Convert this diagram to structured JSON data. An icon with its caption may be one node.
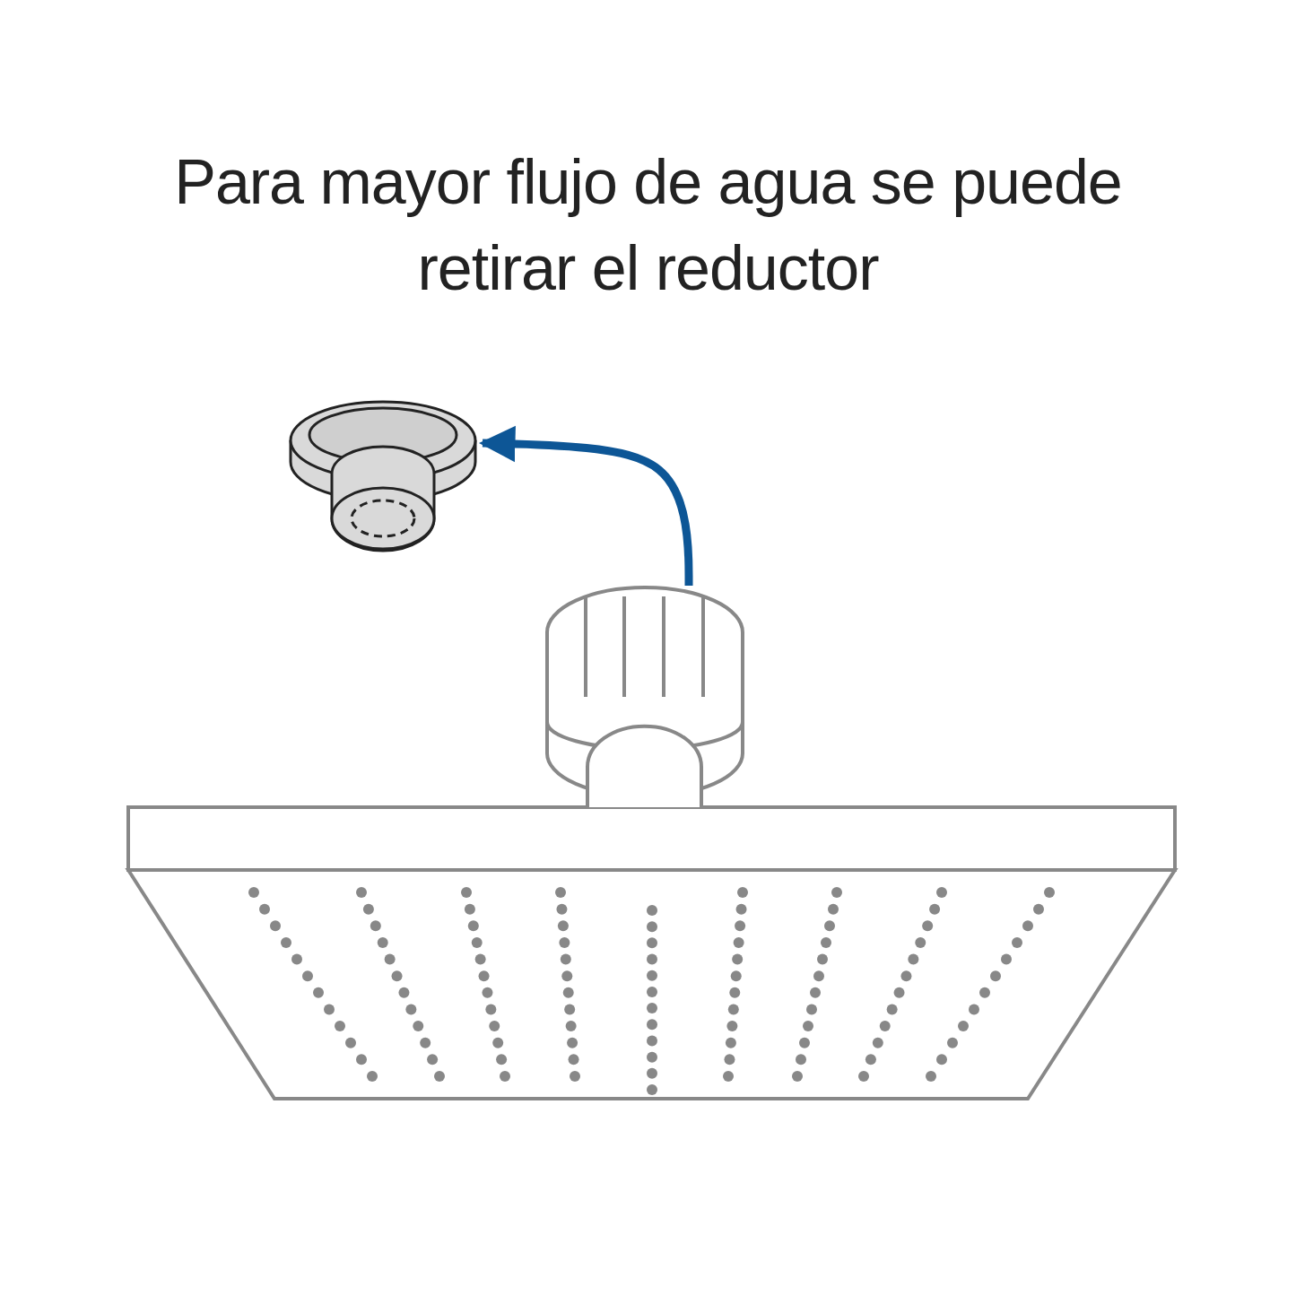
{
  "diagram": {
    "title": "Para mayor flujo de agua se puede retirar el reductor",
    "nodes": [
      {
        "text": [],
        "shape": "picture"
      },
      {
        "text": [],
        "shape": "picture"
      }
    ],
    "edges": [
      {
        "from": 1,
        "to": 0,
        "arrow": "to"
      }
    ]
  }
}
